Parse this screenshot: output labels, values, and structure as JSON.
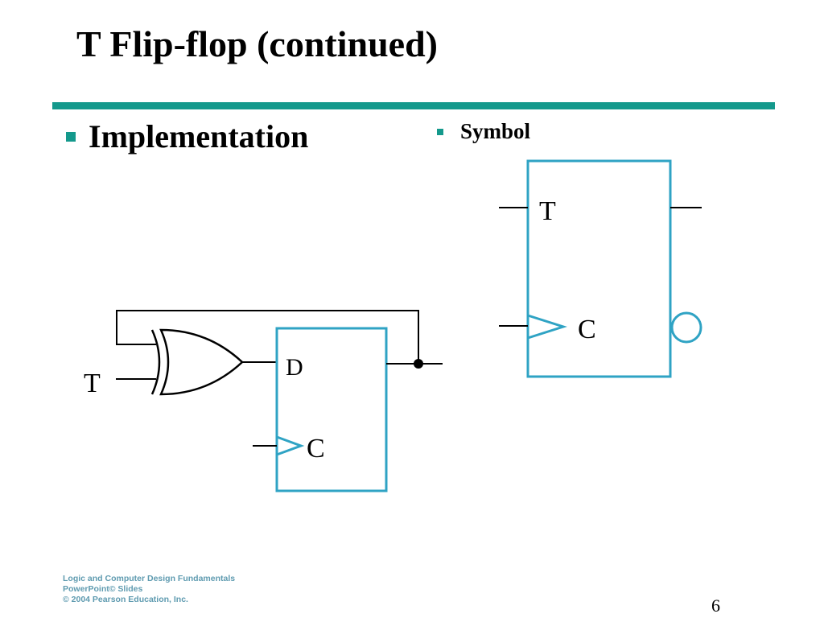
{
  "slide": {
    "title": "T Flip-flop (continued)",
    "bullets": [
      "Implementation",
      "Symbol"
    ],
    "page_number": "6",
    "accent_color": "#14998c",
    "diagram_color": "#2fa3c4"
  },
  "implementation": {
    "input_label": "T",
    "d_label": "D",
    "clock_label": "C"
  },
  "symbol": {
    "t_label": "T",
    "clock_label": "C"
  },
  "footer": {
    "lines": [
      "Logic and Computer Design Fundamentals",
      "PowerPoint© Slides",
      "© 2004 Pearson Education, Inc."
    ]
  }
}
